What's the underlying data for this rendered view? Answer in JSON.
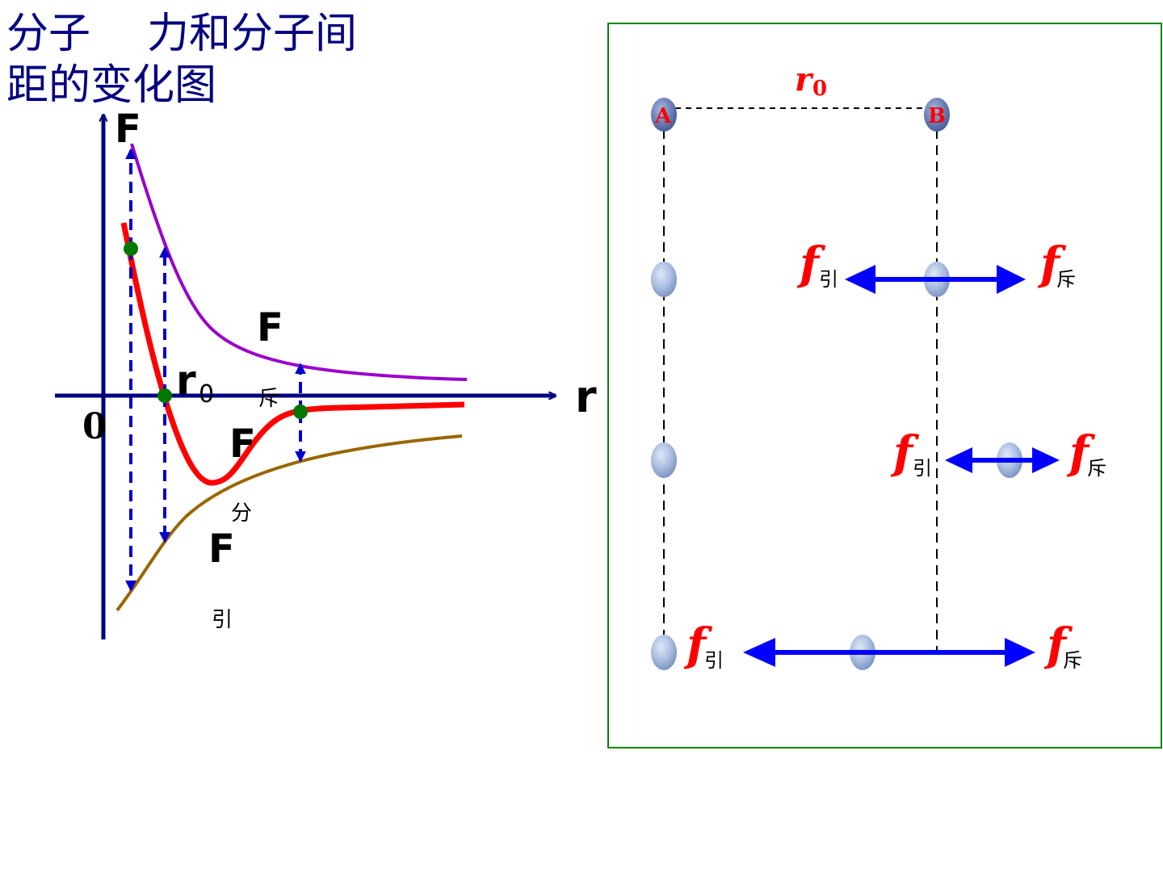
{
  "title": {
    "line1_part1": "分子",
    "line1_part2": "力和分子间",
    "line2": "距的变化图"
  },
  "graph": {
    "y_axis_label": "F",
    "x_axis_label": "r",
    "origin_label": "0",
    "r0_main": "r",
    "r0_sub": "0",
    "repulsion_label_main": "F",
    "repulsion_label_sub": "斥",
    "net_label_main": "F",
    "net_label_sub": "分",
    "attraction_label_main": "F",
    "attraction_label_sub": "引",
    "colors": {
      "axis": "#000080",
      "repulsion": "#9900cc",
      "net": "#ff0000",
      "attraction": "#996600",
      "guide_arrow": "#0000cc",
      "point": "#007700"
    }
  },
  "animation_panel": {
    "distance_label_main": "r",
    "distance_label_sub": "0",
    "molecule_a": "A",
    "molecule_b": "B",
    "force_letter": "f",
    "attract_sub": "引",
    "repel_sub": "斥",
    "colors": {
      "border": "#008800",
      "arrow": "#0000ff",
      "label": "#ff0000",
      "molecule": "#9ab0d8"
    }
  }
}
